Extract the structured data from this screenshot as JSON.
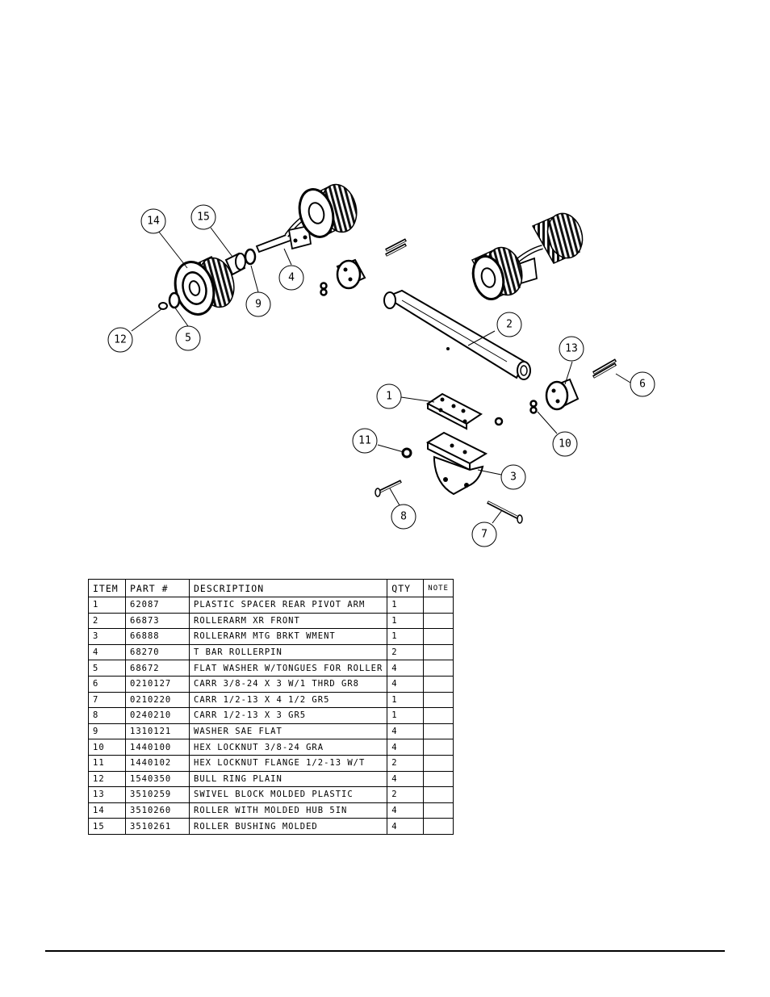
{
  "callouts": [
    "1",
    "2",
    "3",
    "4",
    "5",
    "6",
    "7",
    "8",
    "9",
    "10",
    "11",
    "12",
    "13",
    "14",
    "15"
  ],
  "table": {
    "headers": [
      "ITEM",
      "PART #",
      "DESCRIPTION",
      "QTY",
      "NOTE"
    ],
    "rows": [
      [
        "1",
        "62087",
        "PLASTIC SPACER REAR PIVOT ARM",
        "1",
        ""
      ],
      [
        "2",
        "66873",
        "ROLLERARM XR FRONT",
        "1",
        ""
      ],
      [
        "3",
        "66888",
        "ROLLERARM MTG BRKT WMENT",
        "1",
        ""
      ],
      [
        "4",
        "68270",
        "T BAR ROLLERPIN",
        "2",
        ""
      ],
      [
        "5",
        "68672",
        "FLAT WASHER W/TONGUES FOR ROLLER",
        "4",
        ""
      ],
      [
        "6",
        "0210127",
        "CARR 3/8-24 X 3 W/1 THRD GR8",
        "4",
        ""
      ],
      [
        "7",
        "0210220",
        "CARR 1/2-13 X 4 1/2 GR5",
        "1",
        ""
      ],
      [
        "8",
        "0240210",
        "CARR 1/2-13 X 3 GR5",
        "1",
        ""
      ],
      [
        "9",
        "1310121",
        "WASHER SAE FLAT",
        "4",
        ""
      ],
      [
        "10",
        "1440100",
        "HEX LOCKNUT 3/8-24 GRA",
        "4",
        ""
      ],
      [
        "11",
        "1440102",
        "HEX LOCKNUT FLANGE 1/2-13 W/T",
        "2",
        ""
      ],
      [
        "12",
        "1540350",
        "BULL RING PLAIN",
        "4",
        ""
      ],
      [
        "13",
        "3510259",
        "SWIVEL BLOCK MOLDED PLASTIC",
        "2",
        ""
      ],
      [
        "14",
        "3510260",
        "ROLLER WITH MOLDED HUB  5IN",
        "4",
        ""
      ],
      [
        "15",
        "3510261",
        "ROLLER BUSHING MOLDED",
        "4",
        ""
      ]
    ]
  }
}
